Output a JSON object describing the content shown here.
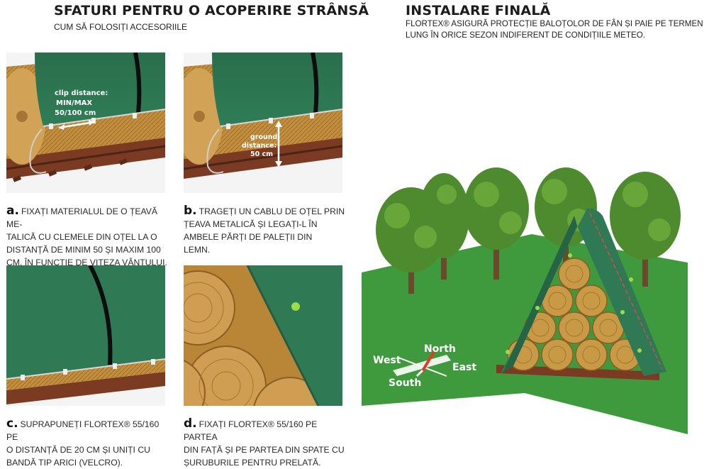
{
  "left": {
    "title": "SFATURI PENTRU O ACOPERIRE STRÂNSĂ",
    "subtitle": "CUM SĂ FOLOSIȚI ACCESORIILE"
  },
  "right": {
    "title": "INSTALARE FINALĂ",
    "subtitle_line1": "FLORTEX® ASIGURĂ PROTECȚIE BALOȚOLOR DE FÂN ȘI PAIE PE TERMEN",
    "subtitle_line2": "LUNG ÎN ORICE SEZON INDIFERENT DE CONDIȚIILE METEO."
  },
  "panels": {
    "a": {
      "letter": "a.",
      "overlay_line1": "clip distance:",
      "overlay_line2": "MIN/MAX",
      "overlay_line3": "50/100 cm",
      "caption_line1": "FIXAȚI MATERIALUL DE O ȚEAVĂ ME-",
      "caption_line2": "TALICĂ CU CLEMELE DIN OȚEL LA O",
      "caption_line3": "DISTANȚĂ DE MINIM 50 ȘI MAXIM 100",
      "caption_line4": "CM, ÎN FUNCȚIE DE VITEZA VÂNTULUI."
    },
    "b": {
      "letter": "b.",
      "overlay_line1": "ground",
      "overlay_line2": "distance:",
      "overlay_line3": "50 cm",
      "caption_line1": "TRAGEȚI UN CABLU DE OȚEL PRIN",
      "caption_line2": "ȚEAVA METALICĂ ȘI LEGAȚI-L ÎN",
      "caption_line3": "AMBELE PĂRȚI DE PALEȚII DIN",
      "caption_line4": "LEMN."
    },
    "c": {
      "letter": "c.",
      "caption_line1": "SUPRAPUNEȚI FLORTEX® 55/160 PE",
      "caption_line2": "O DISTANȚĂ DE 20 cm ȘI UNIȚI CU",
      "caption_line3": "BANDĂ TIP ARICI (VELCRO)."
    },
    "d": {
      "letter": "d.",
      "caption_line1": "FIXAȚI FLORTEX® 55/160 PE PARTEA",
      "caption_line2": "DIN FAȚĂ ȘI PE PARTEA DIN SPATE CU",
      "caption_line3": "ȘURUBURILE PENTRU PRELATĂ."
    }
  },
  "compass": {
    "north": "North",
    "south": "South",
    "east": "East",
    "west": "West"
  },
  "colors": {
    "cover_green": "#2f7a55",
    "hay": "#c99a45",
    "pallet": "#7a3b22",
    "grass": "#3f9a3e",
    "clip_dot": "#9bdc4a",
    "compass_red": "#e53a2a"
  }
}
